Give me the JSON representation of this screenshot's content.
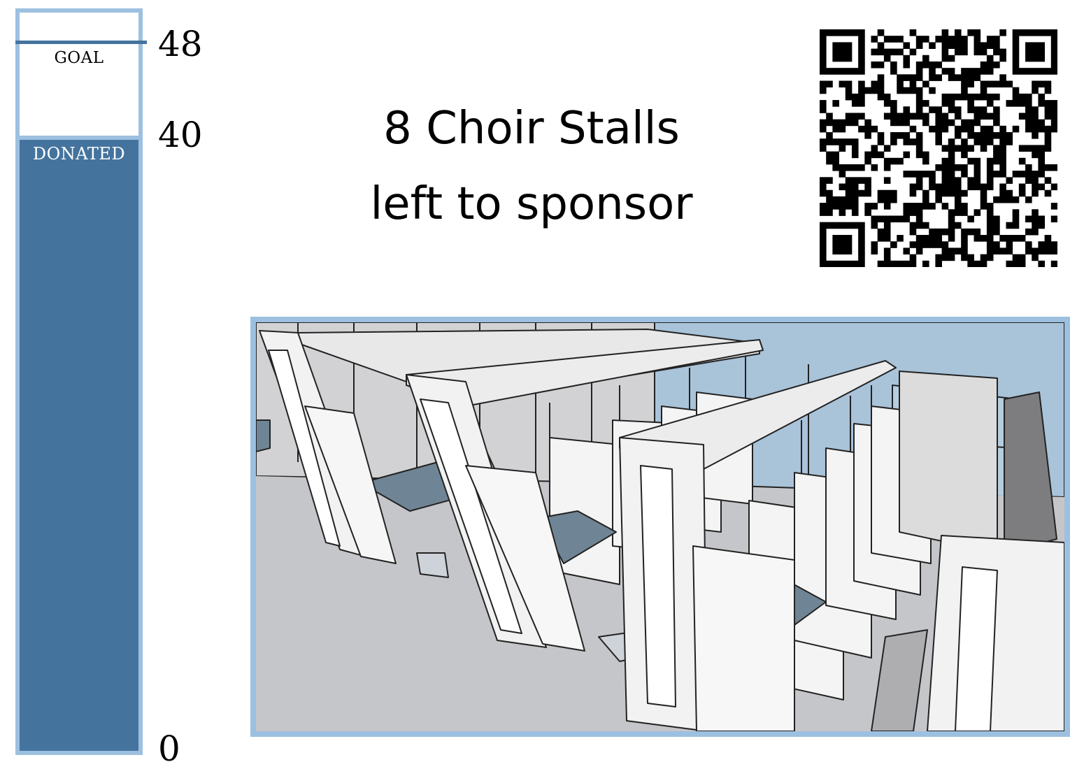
{
  "thermometer": {
    "goal_label": "GOAL",
    "donated_label": "DONATED",
    "goal_value": 48,
    "donated_value": 40,
    "max_value": 48,
    "min_value": 0,
    "colors": {
      "fill": "#44749e",
      "frame": "#9dc0e0"
    },
    "ticks": [
      "48",
      "40",
      "0"
    ]
  },
  "headline": {
    "line1": "8 Choir Stalls",
    "line2": "left to sponsor"
  },
  "qr": {
    "icon": "qr-code-icon"
  },
  "illustration": {
    "icon": "choir-stalls-render"
  }
}
